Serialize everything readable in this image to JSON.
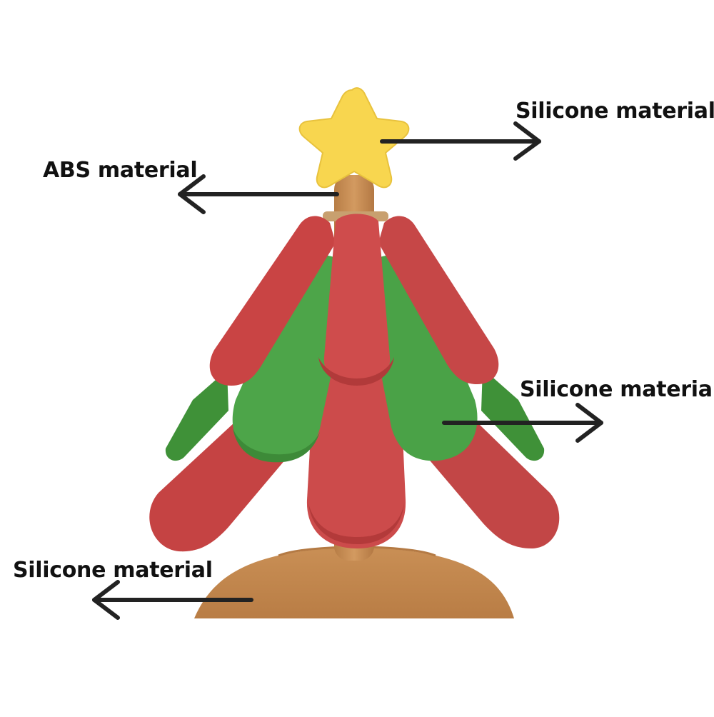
{
  "labels": {
    "star_material": "Silicone material",
    "trunk_material": "ABS material",
    "leaf_material": "Silicone material",
    "base_material": "Silicone material"
  },
  "colors": {
    "background": "#ffffff",
    "star": "#f9d54c",
    "red_leaf": "#cf4a4a",
    "green_leaf": "#4fa64a",
    "trunk": "#c98b4f",
    "base": "#c58a50",
    "arrow": "#222222",
    "text": "#111111"
  },
  "icons": [
    "star-topper",
    "arrow-right-icon",
    "arrow-left-icon"
  ]
}
